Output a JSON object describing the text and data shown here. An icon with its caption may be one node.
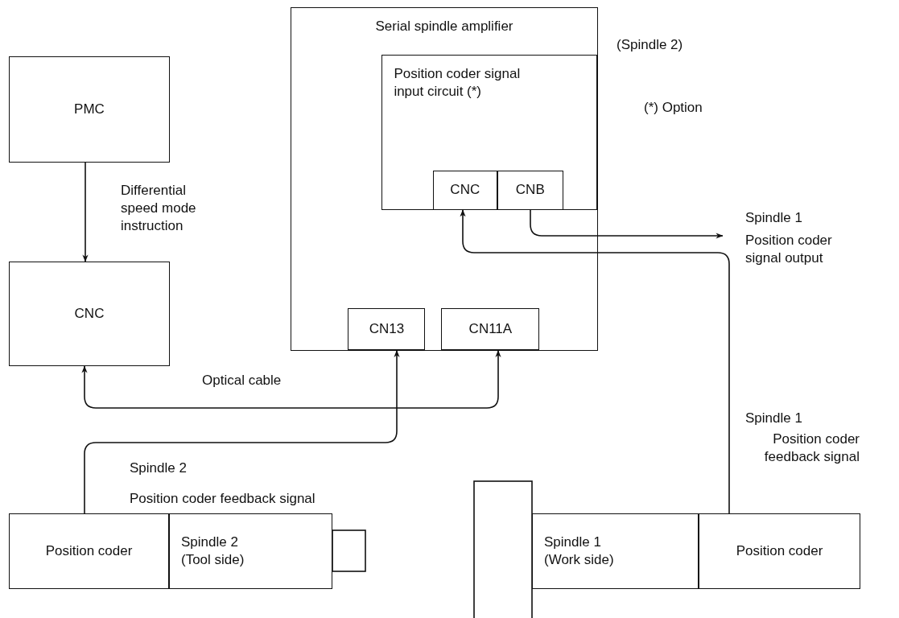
{
  "diagram": {
    "nodes": [
      {
        "text": [
          "PMC"
        ]
      },
      {
        "text": [
          "CNC"
        ]
      },
      {
        "text": [
          "Serial spindle amplifier"
        ]
      },
      {
        "text": [
          "Position coder signal input circuit (*)"
        ],
        "in": 2
      },
      {
        "text": [
          "CNC"
        ],
        "in": 3
      },
      {
        "text": [
          "CNB"
        ],
        "in": 3
      },
      {
        "text": [
          "CN13"
        ],
        "in": 2
      },
      {
        "text": [
          "CN11A"
        ],
        "in": 2
      },
      {
        "text": [
          "Position coder"
        ]
      },
      {
        "text": [
          "Spindle 2 (Tool side)"
        ]
      },
      {
        "text": [
          "Spindle 1 (Work side)"
        ]
      },
      {
        "text": [
          "Position coder"
        ]
      },
      {
        "text": [
          "Spindle 1",
          "Position coder signal output"
        ]
      }
    ],
    "edges": [
      {
        "from": 0,
        "to": 1,
        "arrow": "to",
        "label": "Differential speed mode instruction"
      },
      {
        "from": 5,
        "to": 12,
        "arrow": "to"
      },
      {
        "from": 11,
        "to": 4,
        "arrow": "to"
      },
      {
        "from": 8,
        "to": 6,
        "arrow": "to"
      },
      {
        "from": 1,
        "to": 7,
        "arrow": "both",
        "label": "Optical cable"
      }
    ],
    "labels": [
      "(Spindle 2)",
      "(*) Option",
      "Spindle 1",
      "Position coder feedback signal",
      "Spindle 2",
      "Position coder feedback signal"
    ]
  }
}
